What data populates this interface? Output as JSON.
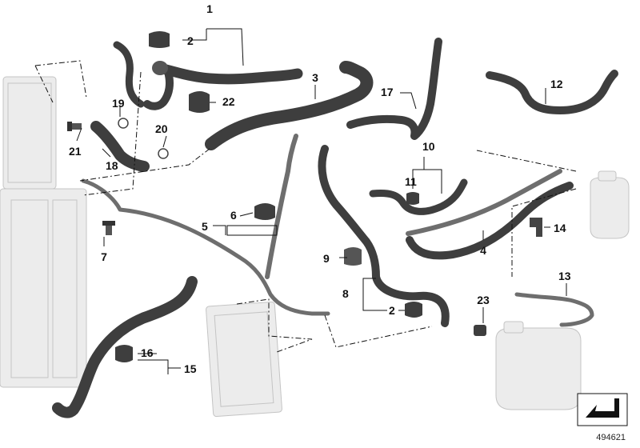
{
  "diagram": {
    "callouts": [
      "1",
      "2",
      "3",
      "4",
      "5",
      "6",
      "7",
      "8",
      "9",
      "10",
      "11",
      "12",
      "13",
      "14",
      "15",
      "16",
      "17",
      "18",
      "19",
      "20",
      "21",
      "22",
      "23",
      "2"
    ],
    "document_number": "494621"
  },
  "colors": {
    "hose_dark": "#3e3e3e",
    "hose_light": "#6e6e6e",
    "ghost_fill": "#ececec",
    "ghost_stroke": "#c4c4c4"
  }
}
